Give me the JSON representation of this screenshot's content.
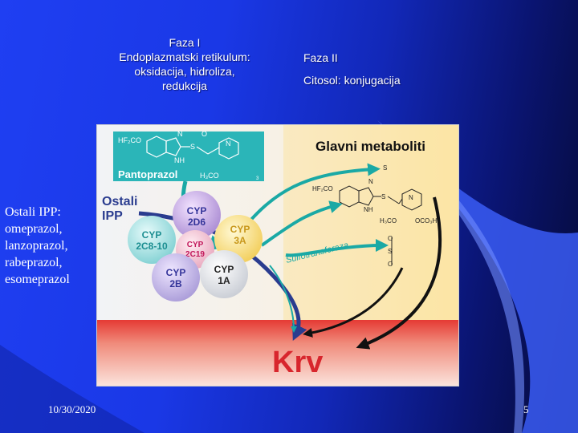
{
  "phase1": {
    "title": "Faza I",
    "line1": "Endoplazmatski retikulum:",
    "line2": "oksidacija, hidroliza,",
    "line3": "redukcija"
  },
  "phase2": {
    "title": "Faza II",
    "subtitle": "Citosol: konjugacija"
  },
  "side": {
    "line1": "Ostali IPP:",
    "line2": "omeprazol,",
    "line3": "lanzoprazol,",
    "line4": "rabeprazol,",
    "line5": "esomeprazol"
  },
  "footer": {
    "date": "10/30/2020",
    "page": "5"
  },
  "figure": {
    "main_metabolites": "Glavni metaboliti",
    "drug_name": "Pantoprazol",
    "other_ipp_1": "Ostali",
    "other_ipp_2": "IPP",
    "blood": "Krv",
    "enzyme_label": "Sulfotransferaza",
    "sulfur_top": "S",
    "formula_hf2co": "HF₂CO",
    "formula_h3co": "H₃CO",
    "formula_oco3h": "OCO₃H",
    "formula_nh": "NH",
    "formula_n": "N",
    "formula_s": "S",
    "formula_o": "O",
    "formula_3": "3",
    "cyp": [
      {
        "line1": "CYP",
        "line2": "2D6"
      },
      {
        "line1": "CYP",
        "line2": "3A"
      },
      {
        "line1": "CYP",
        "line2": "2C8-10"
      },
      {
        "line1": "CYP",
        "line2": "2C19"
      },
      {
        "line1": "CYP",
        "line2": "2B"
      },
      {
        "line1": "CYP",
        "line2": "1A"
      }
    ]
  },
  "colors": {
    "teal": "#2bb5b8",
    "yellow_bg": "#fce7a8",
    "blood_red": "#e0232b",
    "navy_arrow": "#2a3c8f",
    "green_arrow": "#1aa9a5"
  }
}
